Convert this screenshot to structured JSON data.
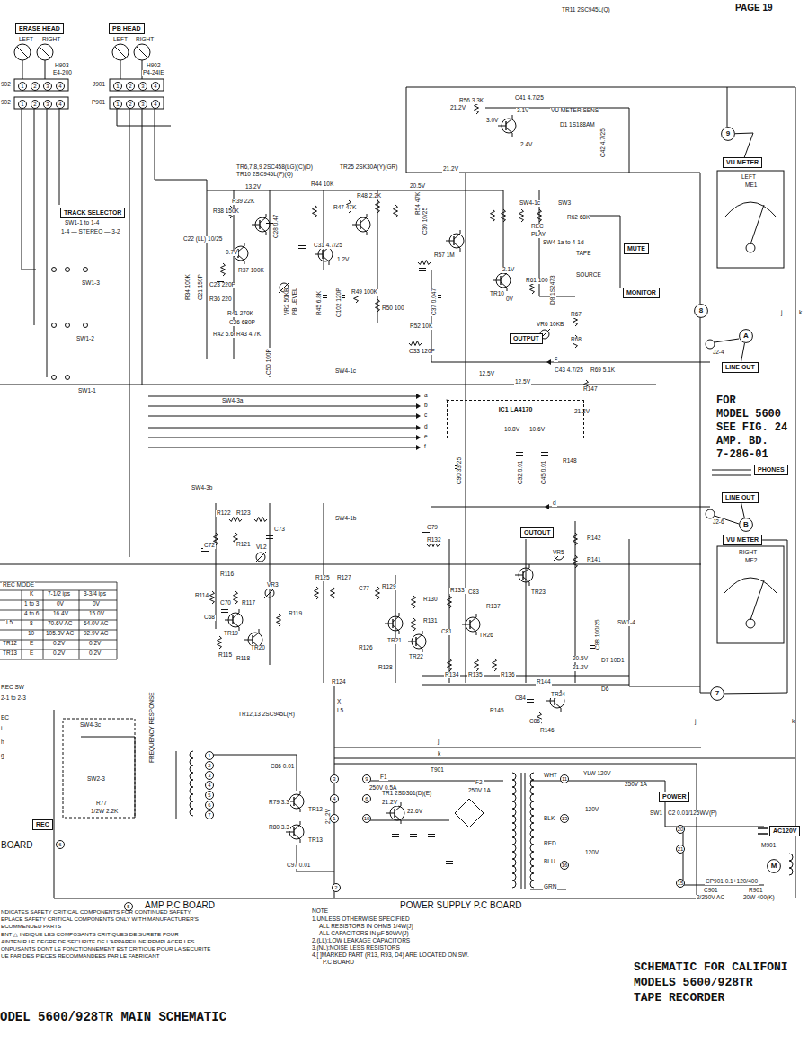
{
  "diagram": {
    "title": "ODEL 5600/928TR MAIN SCHEMATIC",
    "nodes": [
      {
        "text": [
          "ERASE HEAD"
        ]
      },
      {
        "text": [
          "PB HEAD"
        ]
      },
      {
        "text": [
          "TRACK SELECTOR"
        ]
      },
      {
        "text": [
          "VU METER"
        ]
      },
      {
        "text": [
          "MUTE"
        ]
      },
      {
        "text": [
          "MONITOR"
        ]
      },
      {
        "text": [
          "OUTPUT"
        ]
      },
      {
        "text": [
          "LINE OUT"
        ]
      },
      {
        "text": [
          "IC1 LA4170"
        ]
      },
      {
        "text": [
          "PHONES"
        ]
      },
      {
        "text": [
          "LINE OUT"
        ]
      },
      {
        "text": [
          "OUTOUT"
        ]
      },
      {
        "text": [
          "VU METER"
        ]
      },
      {
        "text": [
          "POWER"
        ]
      },
      {
        "text": [
          "AC120V"
        ]
      },
      {
        "text": [
          "A"
        ]
      },
      {
        "text": [
          "B"
        ]
      },
      {
        "text": [
          "9"
        ]
      },
      {
        "text": [
          "8"
        ]
      },
      {
        "text": [
          "7"
        ]
      },
      {
        "text": [
          "REC"
        ]
      },
      {
        "text": [
          "M"
        ]
      }
    ],
    "edges": [
      {
        "from": 17,
        "to": 3,
        "arrow": "none"
      },
      {
        "from": 15,
        "to": 7,
        "arrow": "none"
      },
      {
        "from": 16,
        "to": 10,
        "arrow": "none"
      },
      {
        "from": 19,
        "to": 12,
        "arrow": "none"
      }
    ],
    "labels": [
      "PAGE 19",
      "LEFT",
      "RIGHT",
      "LEFT",
      "RIGHT",
      "H903",
      "E4-200",
      "H902",
      "P4-24IE",
      "902",
      "J901",
      "902",
      "P901",
      "1",
      "2",
      "3",
      "4",
      "1",
      "2",
      "3",
      "4",
      "1",
      "2",
      "3",
      "4",
      "1",
      "2",
      "3",
      "4",
      "SW1-1 to 1-4",
      "1-4 — STEREO — 3-2",
      "SW1-3",
      "SW1-2",
      "SW1-1",
      "TR6,7,8,9 2SC458(LG)(C)(D)",
      "TR10 2SC945L(P)(Q)",
      "TR25 2SK30A(Y)(GR)",
      "TR11 2SC945L(Q)",
      "13.2V",
      "R44 10K",
      "20.5V",
      "21.2V",
      "21.2V",
      "R39 22K",
      "R38 150K",
      "C22 (LL) 10/25",
      "0.7V",
      "R37 100K",
      "R34 100K",
      "C21 150P",
      "C23 220P",
      "R36 220",
      "R41 270K",
      "C26 680P",
      "R42 5.6K",
      "R43 4.7K",
      "C28 0.47",
      "VR2 50KB",
      "PB LEVEL",
      "C50 100P",
      "SW4-1c",
      "SW4-3a",
      "R48 2.2K",
      "R47 47K",
      "C31 4.7/25",
      "1.2V",
      "R45 6.8K",
      "C102 120P",
      "R50 100",
      "R49 100K",
      "R52 10K",
      "C33 120P",
      "C37 0.047",
      "R57 1M",
      "R54 47K",
      "C30 10/25",
      "R56 3.3K",
      "C41 4.7/25",
      "3.1V",
      "3.0V",
      "2.4V",
      "VU METER SENS",
      "D1 1S188AM",
      "C42 4.7/25",
      "SW4-1c",
      "SW3",
      "REC",
      "PLAY",
      "SW4-1a to 4-1d",
      "TAPE",
      "SOURCE",
      "R62 68K",
      "R61 100",
      "D8 1S2473",
      "TR10",
      "2.1V",
      "0V",
      "VR6 10KB",
      "R67",
      "R68",
      "C43 4.7/25",
      "R69 5.1K",
      "R147",
      "12.5V",
      "12.5V",
      "21.2V",
      "10.8V",
      "10.6V",
      "C90 33/25",
      "C92 0.01",
      "C45 0.01",
      "R148",
      "c",
      "a",
      "b",
      "c",
      "d",
      "e",
      "f",
      "d",
      "FOR",
      "MODEL 5600",
      "SEE FIG. 24",
      "AMP. BD.",
      "7-286-01",
      "J2-4",
      "J2-6",
      "LEFT",
      "ME1",
      "RIGHT",
      "ME2",
      "SW4-3b",
      "SW4-1b",
      "R122",
      "R123",
      "C72",
      "R121",
      "C73",
      "VL2",
      "C79",
      "R132",
      "R114",
      "R116",
      "C70",
      "C68",
      "R117",
      "TR19",
      "TR20",
      "R115",
      "R118",
      "R119",
      "VR3",
      "R125",
      "R127",
      "C77",
      "R129",
      "R126",
      "TR21",
      "TR22",
      "R128",
      "R130",
      "R131",
      "R124",
      "R133",
      "C81",
      "TR26",
      "R137",
      "C83",
      "R134",
      "R135",
      "R136",
      "TR23",
      "VR5",
      "R142",
      "R141",
      "SW1-4",
      "C88 100/25",
      "20.5V",
      "21.2V",
      "D7 10D1",
      "C84",
      "TR24",
      "R144",
      "R145",
      "R146",
      "C86",
      "D6",
      "j",
      "k",
      "j",
      "k",
      "k",
      "j",
      "i",
      "h",
      "g",
      "TR12,13 2SC945L(R)",
      "X",
      "L5",
      "C86 0.01",
      "R79 3.3",
      "TR12",
      "R80 3.3",
      "TR13",
      "C97 0.01",
      "21.2V",
      "FREQUENCY RESPONSE",
      "SW4-3c",
      "SW2-3",
      "R77",
      "1/2W 2.2K",
      "BOARD",
      "AMP P.C BOARD",
      "POWER SUPPLY P.C BOARD",
      "F1",
      "250V 0.5A",
      "T901",
      "TR1 2SD361(D)(E)",
      "21.2V",
      "22.6V",
      "F2",
      "250V 1A",
      "WHT",
      "BLK",
      "RED",
      "BLU",
      "GRN",
      "YLW 120V",
      "120V",
      "120V",
      "250V 1A",
      "SW1",
      "C2 0.01/125WV(P)",
      "M901",
      "CP901 0.1+120/400",
      "C901",
      "2/250V AC",
      "R901",
      "20W 400(K)",
      "REC MODE",
      "K",
      "7-1/2 ips",
      "3-3/4 ips",
      "1 to 3",
      "0V",
      "0V",
      "4 to 6",
      "16.4V",
      "15.0V",
      "L5",
      "8",
      "70.6V AC",
      "64.0V AC",
      "10",
      "105.3V AC",
      "92.9V AC",
      "TR12",
      "E",
      "0.2V",
      "0.2V",
      "TR13",
      "E",
      "0.2V",
      "0.2V",
      "REC SW",
      "2-1 to 2-3",
      "EC",
      "NDICATES SAFETY CRITICAL COMPONENTS FOR CONTINUED SAFETY,",
      "EPLACE SAFETY CRITICAL COMPONENTS ONLY WITH MANUFACTURER'S",
      "ECOMMENDED PARTS",
      "ENT △ INDIQUE LES COMPOSANTS CRITIQUES DE SURETE POUR",
      "AINTENIR LE DEGRE DE SECURITE DE L'APPAREIL NE REMPLACER LES",
      "ONPUSANTS DONT LE FONCTIONNEMENT EST CRITIQUE POUR LA SECURITE",
      "UE PAR DES PIECES RECOMMANDEES PAR LE FABRICANT",
      "NOTE",
      "1.UNLESS OTHERWISE SPECIFIED",
      "ALL RESISTORS IN OHMS 1/4W(J)",
      "ALL CAPACITORS IN µF 50WV(J)",
      "2.(LL):LOW LEAKAGE CAPACITORS",
      "3.(NL):NOISE LESS RESISTORS",
      "4.[ ]MARKED PART (R13, R93, D4) ARE LOCATED ON SW.",
      "P.C BOARD",
      "SCHEMATIC FOR CALIFONI",
      "MODELS 5600/928TR",
      "TAPE RECORDER",
      "3",
      "4",
      "1",
      "2",
      "9",
      "6",
      "10",
      "11",
      "13",
      "16",
      "20",
      "21",
      "15",
      "1",
      "2",
      "3",
      "4",
      "5",
      "6",
      "7",
      "6",
      "5"
    ]
  }
}
